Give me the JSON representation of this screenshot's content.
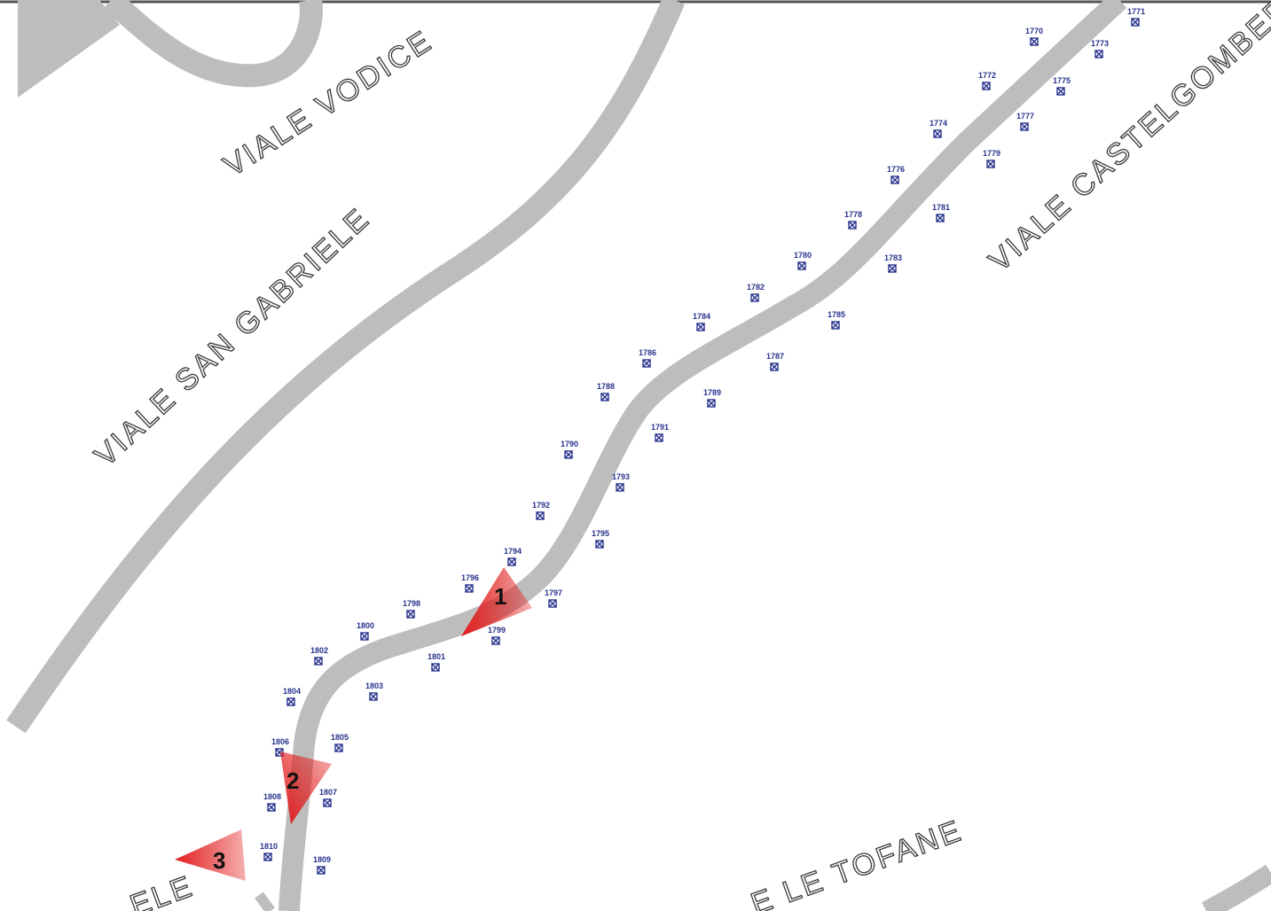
{
  "map": {
    "streets": [
      {
        "id": "viale-vodice",
        "name": "VIALE VODICE"
      },
      {
        "id": "viale-san-gabriele",
        "name": "VIALE SAN GABRIELE"
      },
      {
        "id": "viale-castelgomberto",
        "name": "VIALE CASTELGOMBERT"
      },
      {
        "id": "viale-tofane",
        "name": "E LE TOFANE"
      },
      {
        "id": "viale-bottom-left",
        "name": "ELE"
      }
    ],
    "trees": [
      "1770",
      "1771",
      "1772",
      "1773",
      "1774",
      "1775",
      "1776",
      "1777",
      "1778",
      "1779",
      "1780",
      "1781",
      "1782",
      "1783",
      "1784",
      "1785",
      "1786",
      "1787",
      "1788",
      "1789",
      "1790",
      "1791",
      "1792",
      "1793",
      "1794",
      "1795",
      "1796",
      "1797",
      "1798",
      "1799",
      "1800",
      "1801",
      "1802",
      "1803",
      "1804",
      "1805",
      "1806",
      "1807",
      "1808",
      "1809",
      "1810"
    ],
    "viewpoints": [
      "1",
      "2",
      "3"
    ],
    "colors": {
      "road": "#bdbdbd",
      "tree": "#27328c",
      "viewpoint": "#e02020"
    }
  }
}
